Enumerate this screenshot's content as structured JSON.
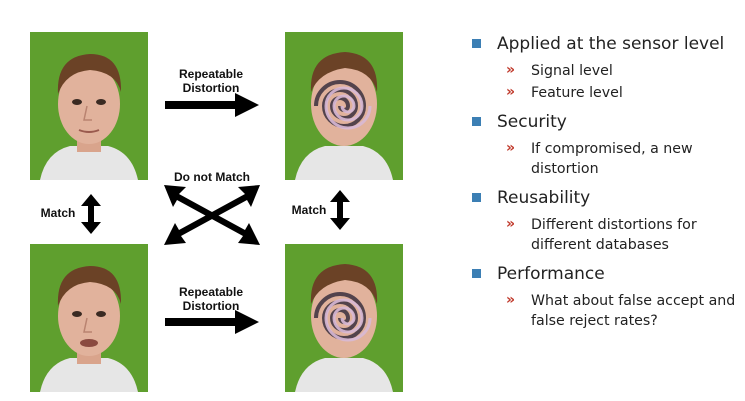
{
  "diagram": {
    "top_arrow_label": "Repeatable\nDistortion",
    "bottom_arrow_label": "Repeatable\nDistortion",
    "cross_label": "Do not Match",
    "left_match_label": "Match",
    "right_match_label": "Match"
  },
  "bullets": [
    {
      "text": "Applied at the sensor level",
      "sub": [
        "Signal level",
        "Feature level"
      ]
    },
    {
      "text": "Security",
      "sub": [
        "If compromised, a new distortion"
      ]
    },
    {
      "text": "Reusability",
      "sub": [
        "Different distortions for different databases"
      ]
    },
    {
      "text": "Performance",
      "sub": [
        "What about false accept and false reject rates?"
      ]
    }
  ],
  "colors": {
    "face_background": "#5f9f2e",
    "bullet_square": "#3c7fb4",
    "sub_bullet_chevron": "#c0392b",
    "arrow": "#000000"
  }
}
